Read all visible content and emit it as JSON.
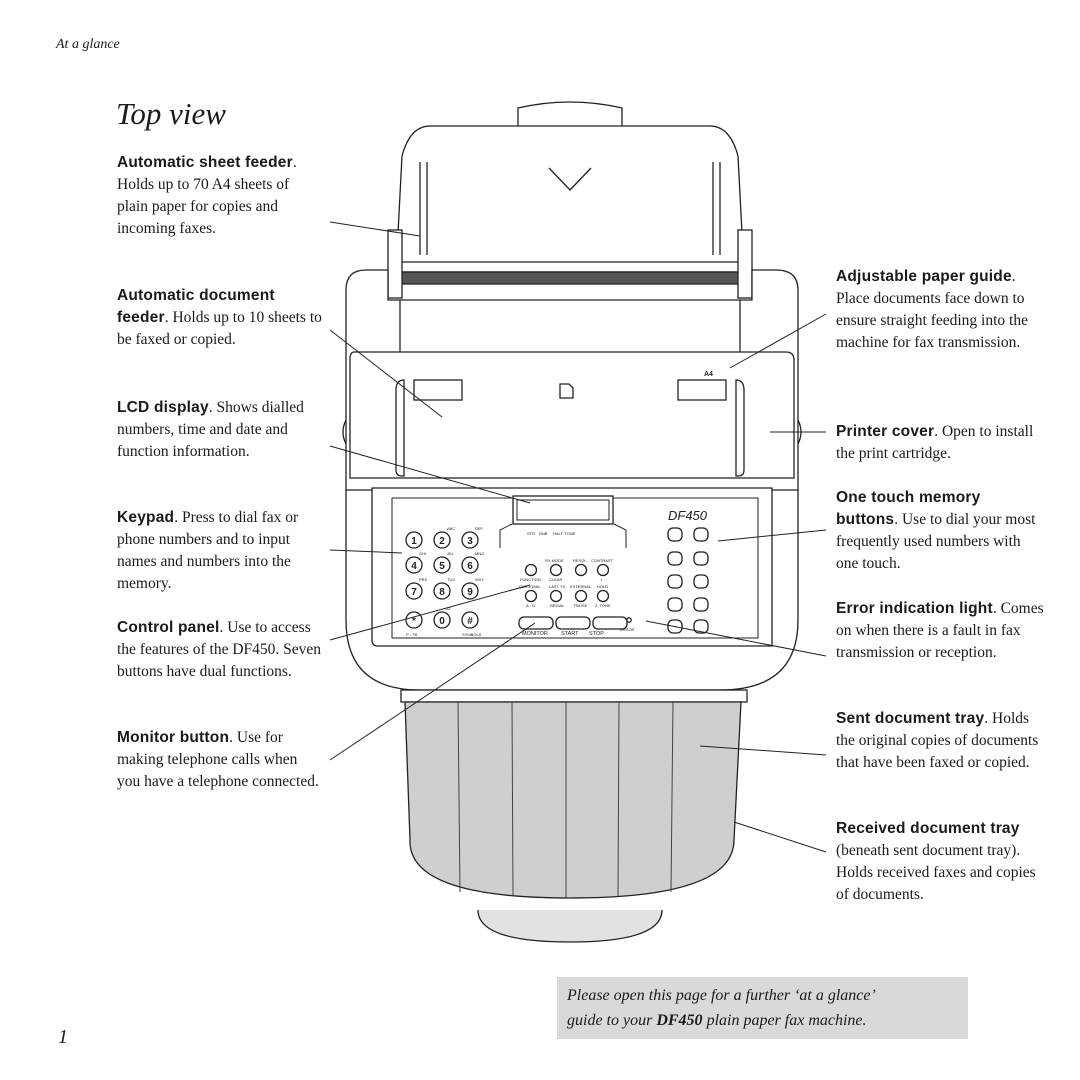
{
  "running_head": "At a glance",
  "title": "Top view",
  "page_number": "1",
  "callouts_left": [
    {
      "term": "Automatic sheet feeder",
      "desc": ". Holds up to 70 A4 sheets of plain paper for copies and incoming faxes."
    },
    {
      "term": "Automatic document feeder",
      "desc": ". Holds up to 10 sheets to be faxed or copied."
    },
    {
      "term": "LCD display",
      "desc": ". Shows dialled numbers, time and date and function information."
    },
    {
      "term": "Keypad",
      "desc": ". Press to dial fax or phone numbers and to input names and numbers into the memory."
    },
    {
      "term": "Control panel",
      "desc": ". Use to access the features of the DF450. Seven buttons have dual functions."
    },
    {
      "term": "Monitor button",
      "desc": ". Use for making telephone calls when you have a telephone connected."
    }
  ],
  "callouts_right": [
    {
      "term": "Adjustable paper guide",
      "desc": ". Place documents face down to ensure straight feeding into the machine for fax transmission."
    },
    {
      "term": "Printer cover",
      "desc": ". Open to install the print cartridge."
    },
    {
      "term": "One touch memory buttons",
      "desc": ". Use to dial your most frequently used numbers with one touch."
    },
    {
      "term": "Error indication light",
      "desc": ". Comes on when there is a fault in fax transmission or reception."
    },
    {
      "term": "Sent document tray",
      "desc": ". Holds the original copies of documents that have been faxed or copied."
    },
    {
      "term": "Received document tray",
      "desc": " (beneath sent document tray). Holds received faxes and copies of documents."
    }
  ],
  "note": {
    "line1": "Please open this page for a further ‘at a glance’",
    "line2_pre": "guide to your ",
    "line2_bold": "DF450",
    "line2_post": " plain paper fax machine."
  },
  "machine": {
    "model": "DF450",
    "paper_size_label": "A4",
    "lcd_labels": [
      "STO",
      "RNB",
      "HALF TONE"
    ],
    "key_letters": [
      "ABC",
      "DEF",
      "GHI",
      "JKL",
      "MNO",
      "PRS",
      "TUV",
      "WXY",
      "OZ"
    ],
    "key_digits": [
      "1",
      "2",
      "3",
      "4",
      "5",
      "6",
      "7",
      "8",
      "9",
      "*",
      "0",
      "#"
    ],
    "key_bottom_labels": [
      "P - TB",
      "SYMBOLS"
    ],
    "func_top_labels": [
      "RX MODE",
      "RESOL",
      "CONTRAST"
    ],
    "func_row1_labels": [
      "FUNCTION",
      "CLEAR",
      "-",
      "+"
    ],
    "func_row2_labels": [
      "QUICKDIAL",
      "LAST TX",
      "EXTERNAL",
      "HOLD"
    ],
    "func_row3_labels": [
      "A - G",
      "REDIAL",
      "PAUSE",
      "Z. TONE"
    ],
    "main_buttons": [
      "MONITOR",
      "START",
      "STOP"
    ],
    "error_label": "ERROR"
  }
}
